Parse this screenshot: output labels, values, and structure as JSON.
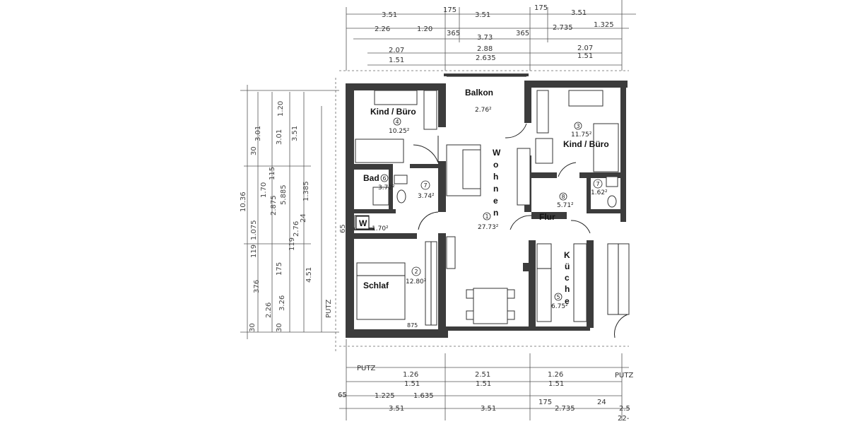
{
  "rooms": {
    "kind_buero_left": {
      "label": "Kind / Büro",
      "num": "4",
      "area": "10.25²"
    },
    "balkon": {
      "label": "Balkon",
      "area": "2.76²"
    },
    "kind_buero_right": {
      "label": "Kind / Büro",
      "num": "3",
      "area": "11.75²"
    },
    "bad": {
      "label": "Bad",
      "num": "6",
      "area": "3.72²"
    },
    "wc_left": {
      "num": "7",
      "area": "3.74²"
    },
    "wohnen": {
      "letters": [
        "W",
        "o",
        "h",
        "n",
        "e",
        "n"
      ],
      "num": "1",
      "area": "27.73²"
    },
    "w_box": {
      "label": "W",
      "area": "1.70²"
    },
    "flur": {
      "label": "Flur",
      "num": "8",
      "area": "5.71²"
    },
    "wc_right": {
      "num": "7",
      "area": "1.62²"
    },
    "schlaf": {
      "label": "Schlaf",
      "num": "2",
      "area": "12.80²",
      "dim_bottom": "875"
    },
    "kueche": {
      "letters": [
        "K",
        "ü",
        "c",
        "h",
        "e"
      ],
      "num": "5",
      "area": "6.75²"
    }
  },
  "dimensions": {
    "top_row1": [
      "3.51",
      "175",
      "3.51",
      "175",
      "3.51"
    ],
    "top_row2": [
      "2.26",
      "1.20",
      "365",
      "3.73",
      "365",
      "2.735",
      "1.325"
    ],
    "top_row3": [
      "2.07",
      "2.88",
      "2.07"
    ],
    "top_row4": [
      "1.51",
      "2.635",
      "1.51"
    ],
    "bottom_row1": [
      "1.26",
      "2.51",
      "1.26"
    ],
    "bottom_row2": [
      "1.51",
      "1.51",
      "1.51"
    ],
    "bottom_row3": [
      "1.225",
      "1.635"
    ],
    "bottom_row4": [
      "3.51",
      "3.51",
      "175",
      "2.735",
      "24",
      "2.5"
    ],
    "bottom_misc": [
      "PUTZ",
      "PUTZ",
      "65",
      "22-"
    ],
    "left_col1": [
      "10.36",
      "1.075",
      "119",
      "376",
      "30"
    ],
    "left_col2": [
      "3.01",
      "1.70",
      "2.26"
    ],
    "left_col3": [
      "1.20",
      "3.01",
      "2.875",
      "175",
      "3.26",
      "30"
    ],
    "left_col4": [
      "5.885",
      "2.76",
      "4.51"
    ],
    "left_col5": [
      "3.51",
      "1.385",
      "24",
      "PUTZ"
    ],
    "left_misc": [
      "115",
      "30",
      "65",
      "119"
    ]
  }
}
